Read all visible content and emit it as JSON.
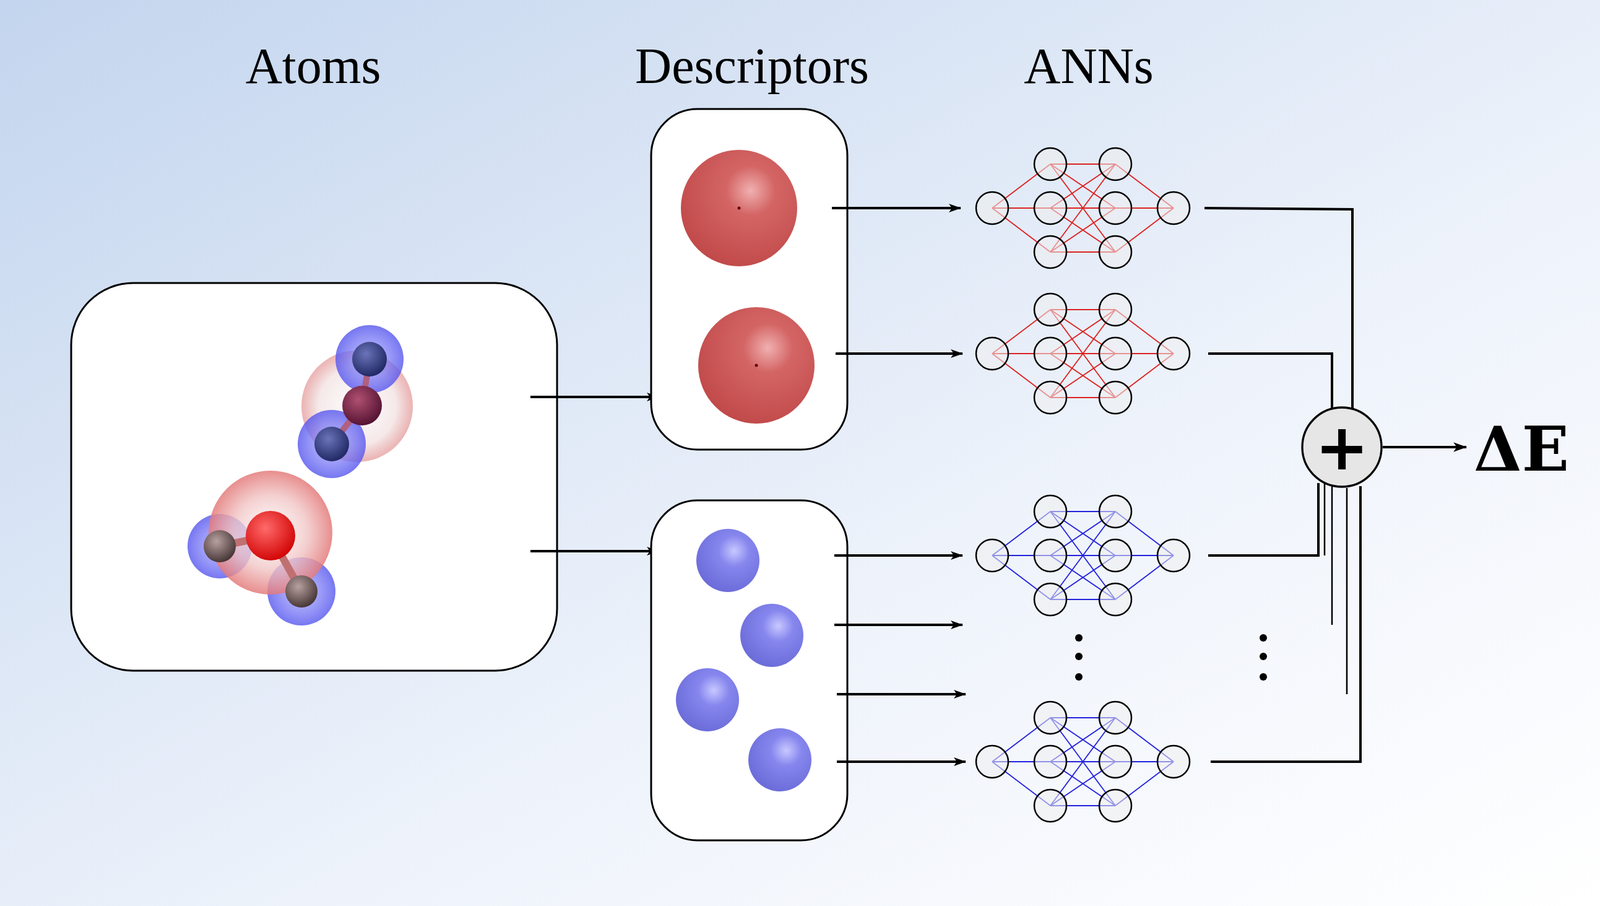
{
  "diagram": {
    "nodes": [
      {
        "text": [
          "+"
        ]
      },
      {
        "text": [
          "ΔE"
        ]
      }
    ],
    "edges": [
      {
        "from": 0,
        "to": 1,
        "arrow": "to"
      }
    ],
    "labels": [
      "Atoms",
      "Descriptors",
      "ANNs"
    ]
  }
}
